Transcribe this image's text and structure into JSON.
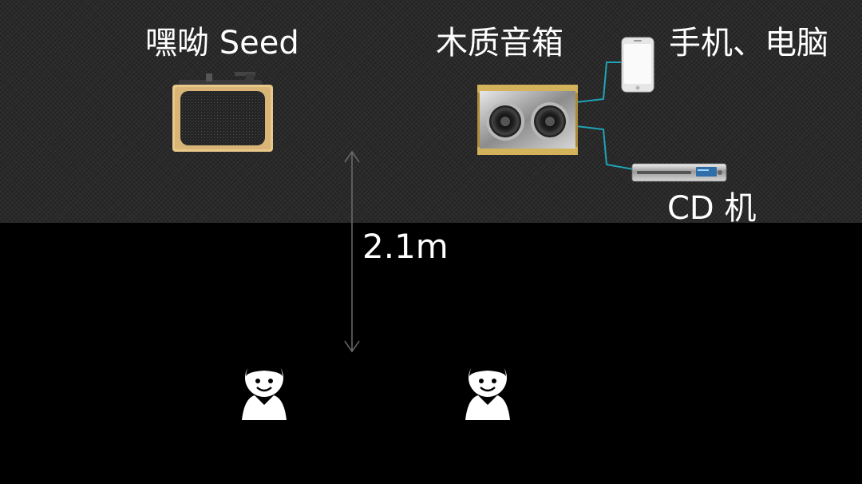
{
  "labels": {
    "seed": "嘿呦 Seed",
    "wood_speaker": "木质音箱",
    "phone_pc": "手机、电脑",
    "cd_player": "CD 机",
    "distance": "2.1m"
  },
  "icons": {
    "turntable": "turntable-icon",
    "speaker": "speaker-icon",
    "phone": "smartphone-icon",
    "cd_player": "cd-player-icon",
    "person": "person-icon",
    "distance_arrow": "double-arrow-icon"
  },
  "colors": {
    "background": "#000000",
    "top_panel": "#2a2a2a",
    "cable": "#1fa3b8",
    "text": "#ffffff",
    "wood": "#e8c98a"
  },
  "counts": {
    "listeners": 2
  }
}
